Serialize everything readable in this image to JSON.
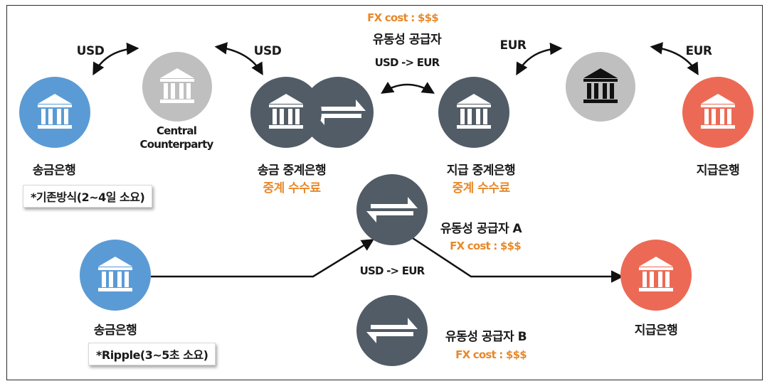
{
  "top": {
    "usd_left": "USD",
    "usd_right": "USD",
    "eur_left": "EUR",
    "eur_right": "EUR",
    "central_counterparty": [
      "Central",
      "Counterparty"
    ],
    "sending_bank": "송금은행",
    "sending_intermediary": "송금 중계은행",
    "intermediary_fee_left": "중계 수수료",
    "paying_intermediary": "지급 중계은행",
    "intermediary_fee_right": "중계 수수료",
    "paying_bank": "지급은행",
    "fx_cost": "FX cost : $$$",
    "liquidity_provider": "유동성 공급자",
    "usd_eur": "USD -> EUR",
    "legacy_note": "*기존방식(2~4일 소요)"
  },
  "bottom": {
    "sending_bank": "송금은행",
    "paying_bank": "지급은행",
    "provider_a": "유동성 공급자 A",
    "fx_cost_a": "FX cost : $$$",
    "provider_b": "유동성 공급자 B",
    "fx_cost_b": "FX cost : $$$",
    "usd_eur": "USD -> EUR",
    "ripple_note": "*Ripple(3~5초 소요)"
  },
  "colors": {
    "blue": "#5b9bd5",
    "gray": "#bfbfbf",
    "dark": "#525c66",
    "red": "#ec6a55",
    "orange": "#e7892b"
  }
}
